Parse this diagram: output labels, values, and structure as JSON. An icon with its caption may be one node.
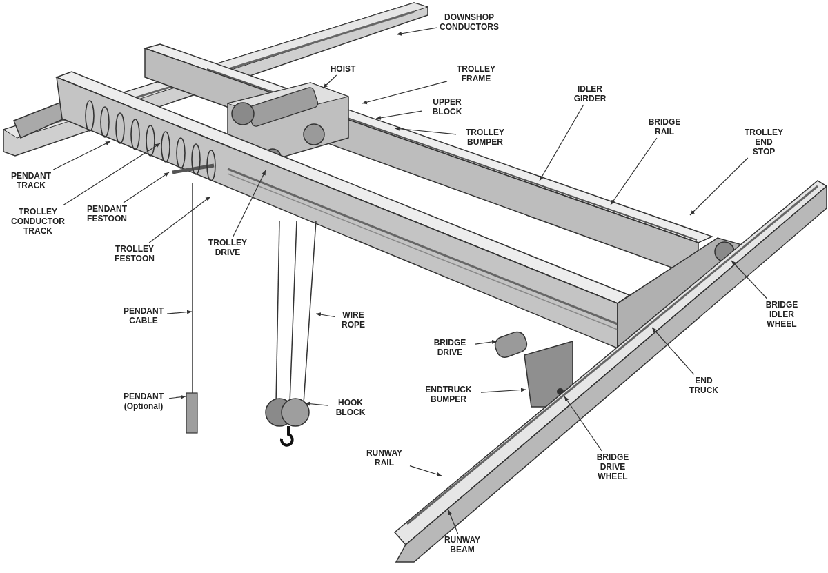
{
  "diagram": {
    "nodes": [
      {
        "text": [
          "DOWNSHOP CONDUCTORS"
        ]
      },
      {
        "text": [
          "HOIST"
        ]
      },
      {
        "text": [
          "TROLLEY FRAME"
        ]
      },
      {
        "text": [
          "UPPER BLOCK"
        ]
      },
      {
        "text": [
          "TROLLEY BUMPER"
        ]
      },
      {
        "text": [
          "IDLER GIRDER"
        ]
      },
      {
        "text": [
          "BRIDGE RAIL"
        ]
      },
      {
        "text": [
          "TROLLEY END STOP"
        ]
      },
      {
        "text": [
          "PENDANT TRACK"
        ]
      },
      {
        "text": [
          "TROLLEY CONDUCTOR TRACK"
        ]
      },
      {
        "text": [
          "PENDANT FESTOON"
        ]
      },
      {
        "text": [
          "TROLLEY FESTOON"
        ]
      },
      {
        "text": [
          "TROLLEY DRIVE"
        ]
      },
      {
        "text": [
          "PENDANT CABLE"
        ]
      },
      {
        "text": [
          "WIRE ROPE"
        ]
      },
      {
        "text": [
          "PENDANT (Optional)"
        ]
      },
      {
        "text": [
          "HOOK BLOCK"
        ]
      },
      {
        "text": [
          "BRIDGE DRIVE"
        ]
      },
      {
        "text": [
          "ENDTRUCK BUMPER"
        ]
      },
      {
        "text": [
          "BRIDGE IDLER WHEEL"
        ]
      },
      {
        "text": [
          "END TRUCK"
        ]
      },
      {
        "text": [
          "BRIDGE DRIVE WHEEL"
        ]
      },
      {
        "text": [
          "RUNWAY RAIL"
        ]
      },
      {
        "text": [
          "RUNWAY BEAM"
        ]
      }
    ],
    "edges": [
      {
        "from": 0,
        "to": null,
        "arrow": "to"
      },
      {
        "from": 1,
        "to": null,
        "arrow": "to"
      },
      {
        "from": 2,
        "to": null,
        "arrow": "to"
      },
      {
        "from": 3,
        "to": null,
        "arrow": "to"
      },
      {
        "from": 4,
        "to": null,
        "arrow": "to"
      },
      {
        "from": 5,
        "to": null,
        "arrow": "to"
      },
      {
        "from": 6,
        "to": null,
        "arrow": "to"
      },
      {
        "from": 7,
        "to": null,
        "arrow": "to"
      },
      {
        "from": 8,
        "to": null,
        "arrow": "to"
      },
      {
        "from": 9,
        "to": null,
        "arrow": "to"
      },
      {
        "from": 10,
        "to": null,
        "arrow": "to"
      },
      {
        "from": 11,
        "to": null,
        "arrow": "to"
      },
      {
        "from": 12,
        "to": null,
        "arrow": "to"
      },
      {
        "from": 13,
        "to": null,
        "arrow": "to"
      },
      {
        "from": 14,
        "to": null,
        "arrow": "to"
      },
      {
        "from": 15,
        "to": null,
        "arrow": "to"
      },
      {
        "from": 16,
        "to": null,
        "arrow": "to"
      },
      {
        "from": 17,
        "to": null,
        "arrow": "to"
      },
      {
        "from": 18,
        "to": null,
        "arrow": "to"
      },
      {
        "from": 19,
        "to": null,
        "arrow": "to"
      },
      {
        "from": 20,
        "to": null,
        "arrow": "to"
      },
      {
        "from": 21,
        "to": null,
        "arrow": "to"
      },
      {
        "from": 22,
        "to": null,
        "arrow": "to"
      },
      {
        "from": 23,
        "to": null,
        "arrow": "to"
      }
    ]
  }
}
